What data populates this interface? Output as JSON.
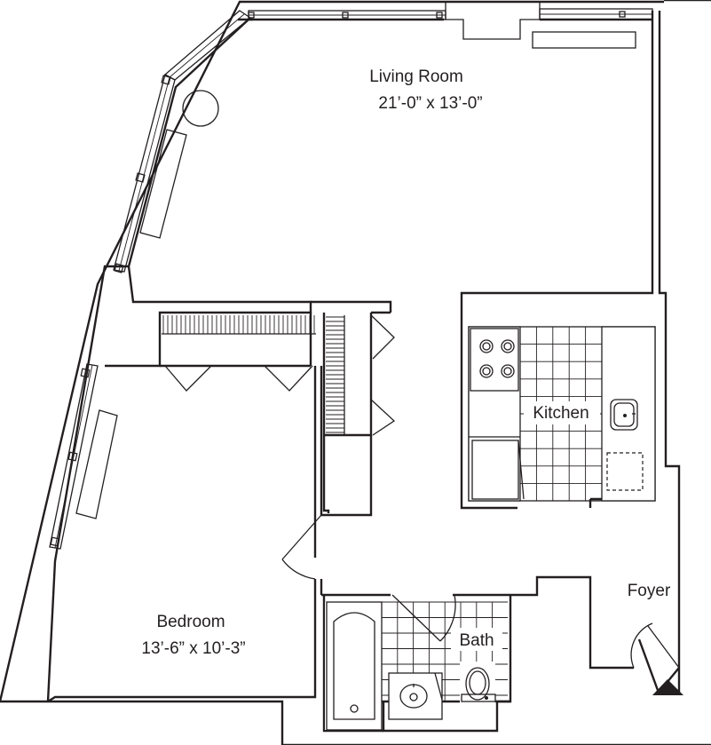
{
  "rooms": {
    "living_room": {
      "name": "Living Room",
      "dimensions": "21’-0” x 13’-0”"
    },
    "bedroom": {
      "name": "Bedroom",
      "dimensions": "13’-6” x 10’-3”"
    },
    "kitchen": {
      "name": "Kitchen"
    },
    "bath": {
      "name": "Bath"
    },
    "foyer": {
      "name": "Foyer"
    }
  },
  "icons": {
    "entry": "entry-arrow-icon",
    "stove": "stove-icon",
    "sink": "sink-icon",
    "toilet": "toilet-icon",
    "bathtub": "bathtub-icon"
  },
  "colors": {
    "line": "#231f20",
    "background": "#ffffff"
  }
}
